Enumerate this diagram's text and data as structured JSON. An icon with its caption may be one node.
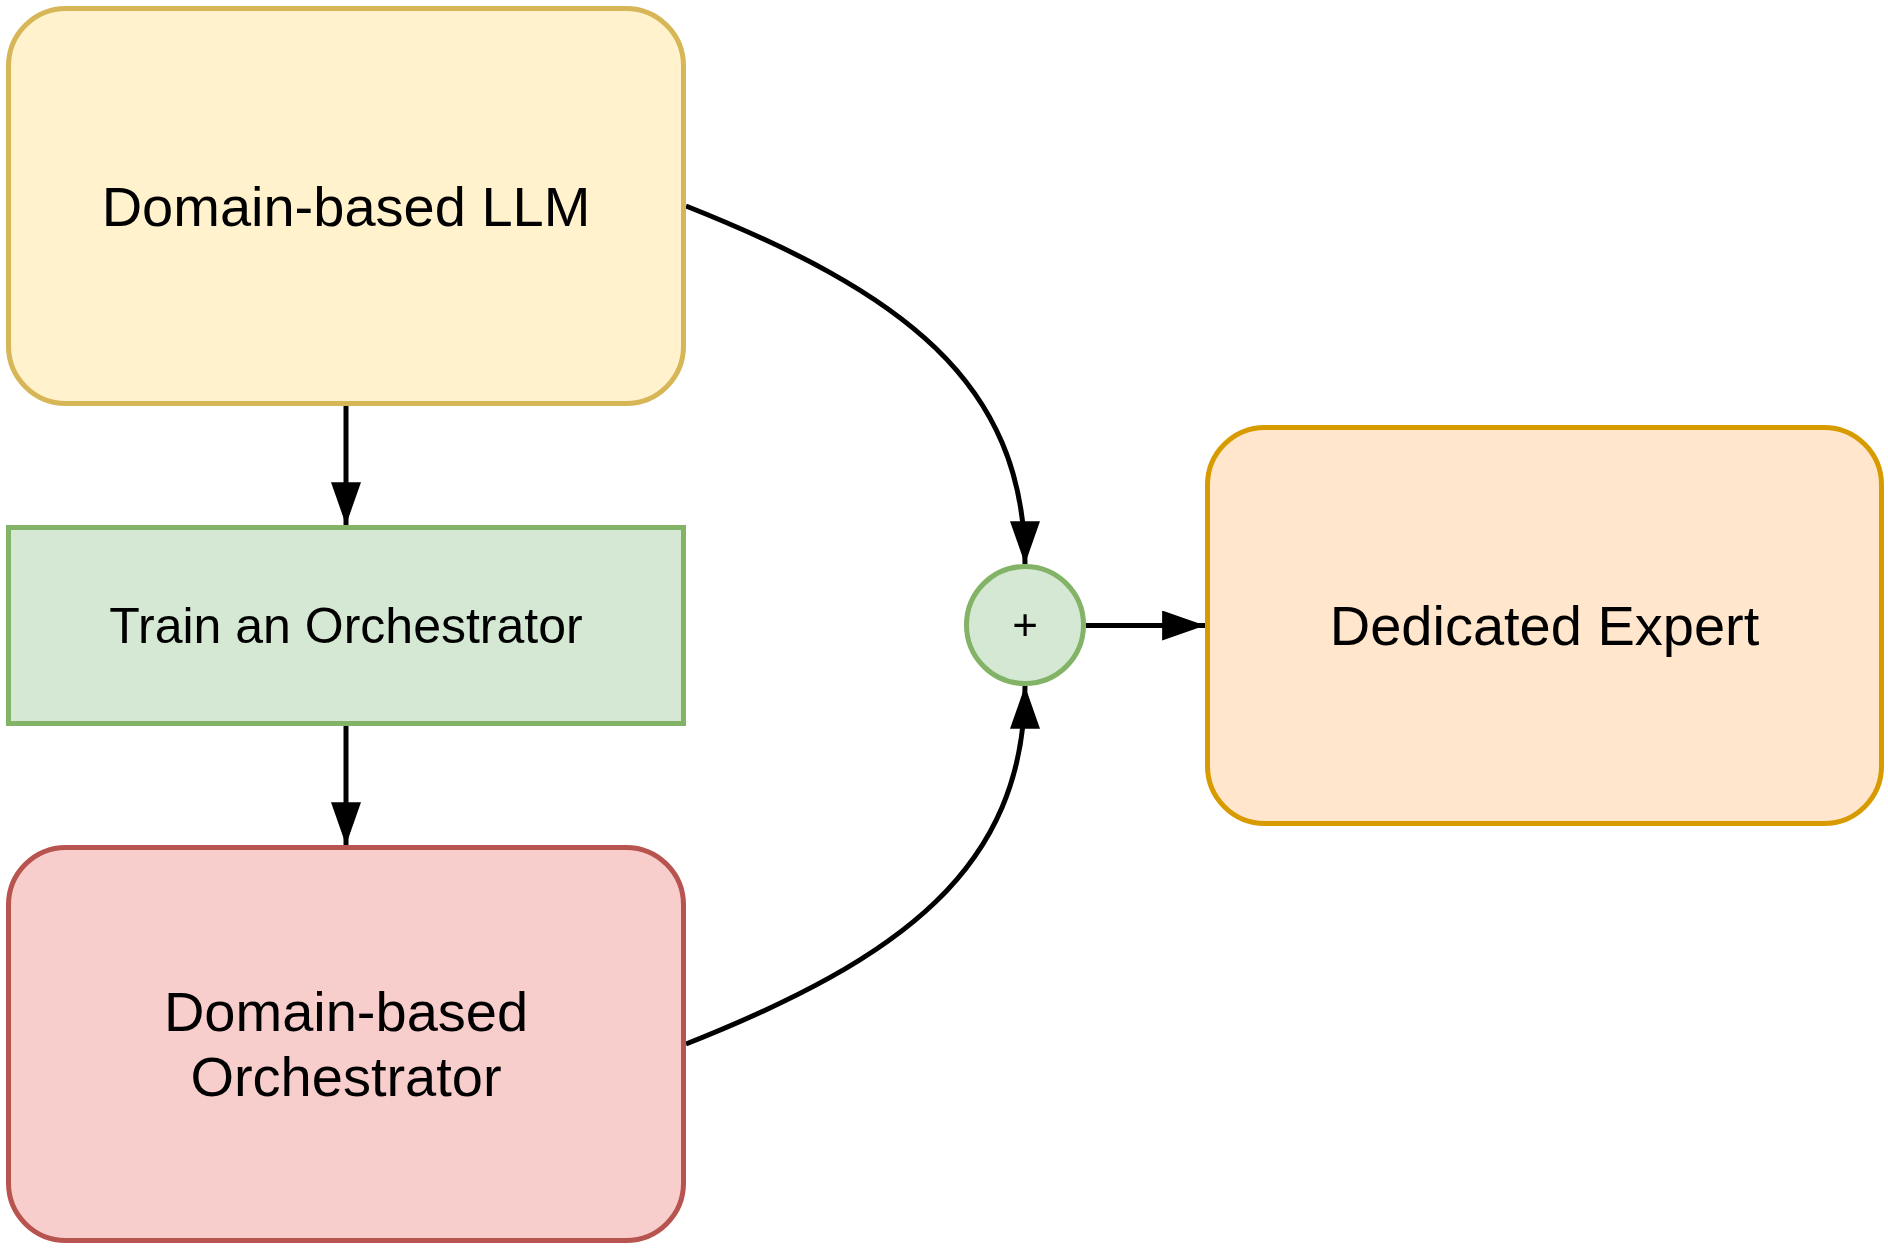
{
  "diagram": {
    "nodes": [
      {
        "text": [
          "Domain-based LLM"
        ]
      },
      {
        "text": [
          "Train an Orchestrator"
        ]
      },
      {
        "text": [
          "Domain-based Orchestrator"
        ]
      },
      {
        "text": [
          "+"
        ]
      },
      {
        "text": [
          "Dedicated Expert"
        ]
      }
    ],
    "edges": [
      {
        "from": 0,
        "to": 1,
        "arrow": "to"
      },
      {
        "from": 1,
        "to": 2,
        "arrow": "to"
      },
      {
        "from": 0,
        "to": 3,
        "arrow": "to"
      },
      {
        "from": 2,
        "to": 3,
        "arrow": "to"
      },
      {
        "from": 3,
        "to": 4,
        "arrow": "to"
      }
    ]
  }
}
